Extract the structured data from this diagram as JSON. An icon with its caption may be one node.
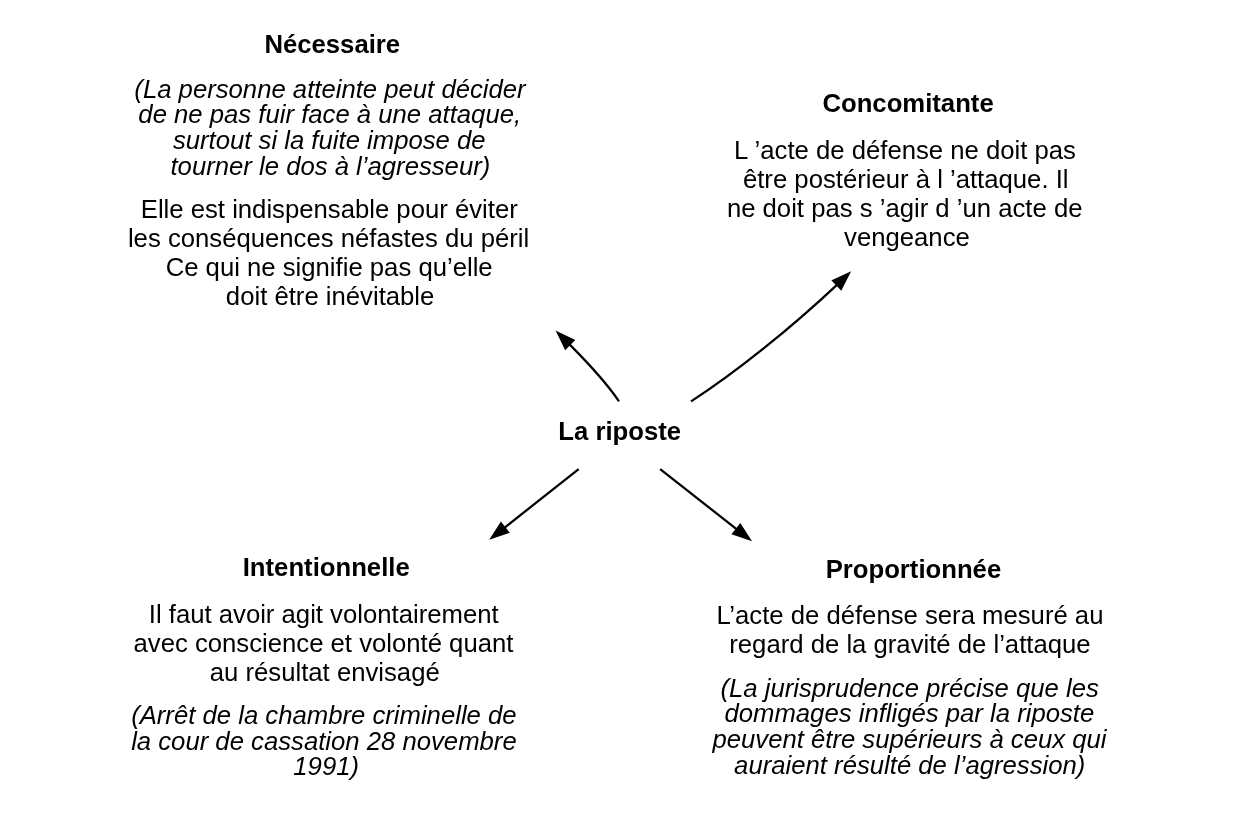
{
  "diagram": {
    "nodes": [
      {
        "text": [
          "Nécessaire",
          "(La personne atteinte peut décider de ne pas fuir face à une attaque, surtout si la fuite impose de tourner le dos à l’agresseur)",
          "Elle est indispensable pour éviter les conséquences néfastes du péril Ce qui ne signifie pas qu’elle doit être inévitable"
        ]
      },
      {
        "text": [
          "Concomitante",
          "L ’acte de défense ne doit pas être postérieur à l ’attaque. Il ne doit pas s ’agir d ’un acte de vengeance"
        ]
      },
      {
        "text": [
          "La riposte"
        ]
      },
      {
        "text": [
          "Intentionnelle",
          "Il faut avoir agit volontairement avec conscience et volonté quant au résultat envisagé",
          "(Arrêt de la chambre criminelle de la cour de cassation 28 novembre 1991)"
        ]
      },
      {
        "text": [
          "Proportionnée",
          "L’acte de défense sera mesuré au regard de la gravité de l’attaque",
          "(La jurisprudence précise que les dommages infligés par la riposte peuvent être supérieurs à ceux qui auraient résulté de l’agression)"
        ]
      }
    ],
    "edges": [
      {
        "from": 2,
        "to": 0,
        "arrow": "to"
      },
      {
        "from": 2,
        "to": 1,
        "arrow": "to"
      },
      {
        "from": 2,
        "to": 3,
        "arrow": "to"
      },
      {
        "from": 2,
        "to": 4,
        "arrow": "to"
      }
    ]
  }
}
